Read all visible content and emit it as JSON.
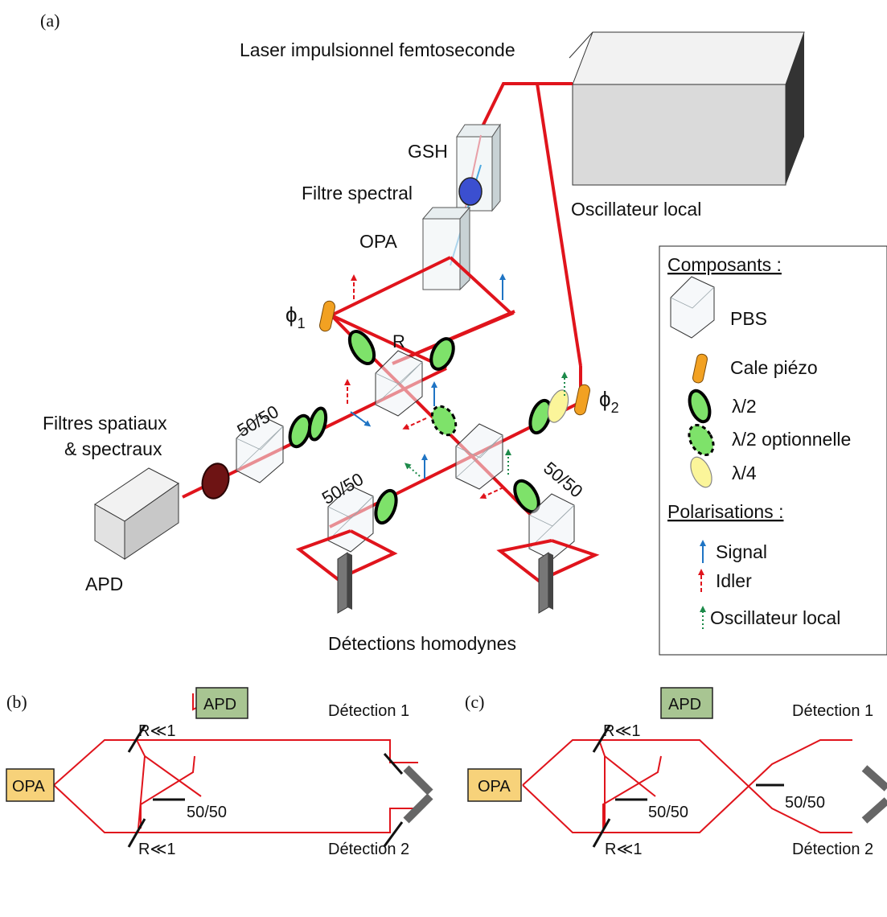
{
  "panel_a": {
    "label": "(a)",
    "laser_label": "Laser impulsionnel femtoseconde",
    "gsh_label": "GSH",
    "filter_label": "Filtre spectral",
    "opa_label": "OPA",
    "lo_label": "Oscillateur local",
    "phi1_sym": "ϕ",
    "phi1_sub": "1",
    "phi2_sym": "ϕ",
    "phi2_sub": "2",
    "r_label": "R",
    "bs_label_left": "50/50",
    "bs_label_bottom_left": "50/50",
    "bs_label_bottom_right": "50/50",
    "spatial_filters_line1": "Filtres spatiaux",
    "spatial_filters_line2": "& spectraux",
    "apd_label": "APD",
    "homodyne_label": "Détections homodynes"
  },
  "legend": {
    "components_title": "Composants :",
    "pbs": "PBS",
    "piezo": "Cale piézo",
    "half_wave": "λ/2",
    "half_wave_optional": "λ/2 optionnelle",
    "quarter_wave": "λ/4",
    "polarisations_title": "Polarisations :",
    "signal": "Signal",
    "idler": "Idler",
    "local_oscillator": "Oscillateur local"
  },
  "panel_b": {
    "label": "(b)",
    "opa": "OPA",
    "apd": "APD",
    "r_top": "R≪1",
    "r_bottom": "R≪1",
    "bs": "50/50",
    "detection1": "Détection 1",
    "detection2": "Détection 2"
  },
  "panel_c": {
    "label": "(c)",
    "opa": "OPA",
    "apd": "APD",
    "r_top": "R≪1",
    "r_bottom": "R≪1",
    "bs_left": "50/50",
    "bs_center": "50/50",
    "detection1": "Détection 1",
    "detection2": "Détection 2"
  },
  "colors": {
    "beam": "#e0141c",
    "signal_arrow": "#1f74c4",
    "idler_arrow": "#e0141c",
    "lo_arrow": "#1d8a4a",
    "half_wave_plate": "#7ee26a",
    "quarter_wave_plate": "#fbf59a",
    "piezo": "#f2a122",
    "opa_box": "#f7d27a",
    "apd_box": "#a8c592"
  }
}
